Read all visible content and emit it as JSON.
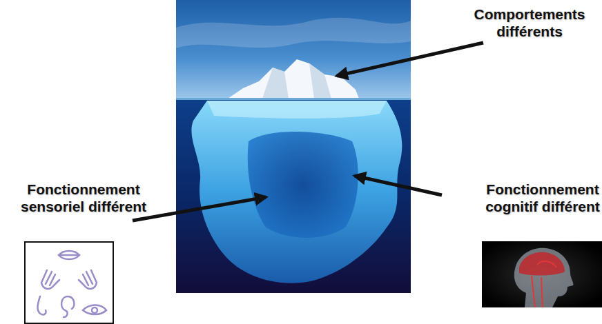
{
  "diagram": {
    "labels": [
      "Comportements différents",
      "Fonctionnement sensoriel différent",
      "Fonctionnement cognitif différent"
    ]
  }
}
